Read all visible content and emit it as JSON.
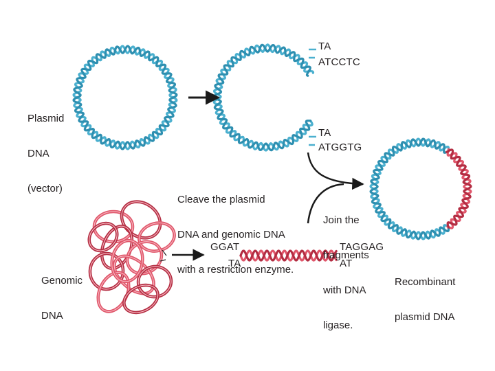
{
  "colors": {
    "plasmid_helix": "#4bb0cf",
    "plasmid_helix_dark": "#2e8fb0",
    "genomic_helix": "#e0566a",
    "genomic_helix_dark": "#b32d42",
    "text": "#231f20",
    "arrow": "#1a1a1a"
  },
  "labels": {
    "plasmid": "Plasmid",
    "plasmid_line2": "DNA",
    "plasmid_line3": "(vector)",
    "genomic": "Genomic",
    "genomic_line2": "DNA",
    "cleave_line1": "Cleave the plasmid",
    "cleave_line2": "DNA and genomic DNA",
    "cleave_line3": "with a restriction enzyme.",
    "join_line1": "Join the",
    "join_line2": "fragments",
    "join_line3": "with DNA",
    "join_line4": "ligase.",
    "recombinant_line1": "Recombinant",
    "recombinant_line2": "plasmid DNA"
  },
  "sequences": {
    "plasmid_top_upper": "TA",
    "plasmid_top_lower": "ATCCTC",
    "plasmid_bottom_upper": "TA",
    "plasmid_bottom_lower": "ATGGTG",
    "fragment_left_upper": "GGAT",
    "fragment_left_lower": "TA",
    "fragment_right_upper": "TAGGAG",
    "fragment_right_lower": "AT"
  }
}
